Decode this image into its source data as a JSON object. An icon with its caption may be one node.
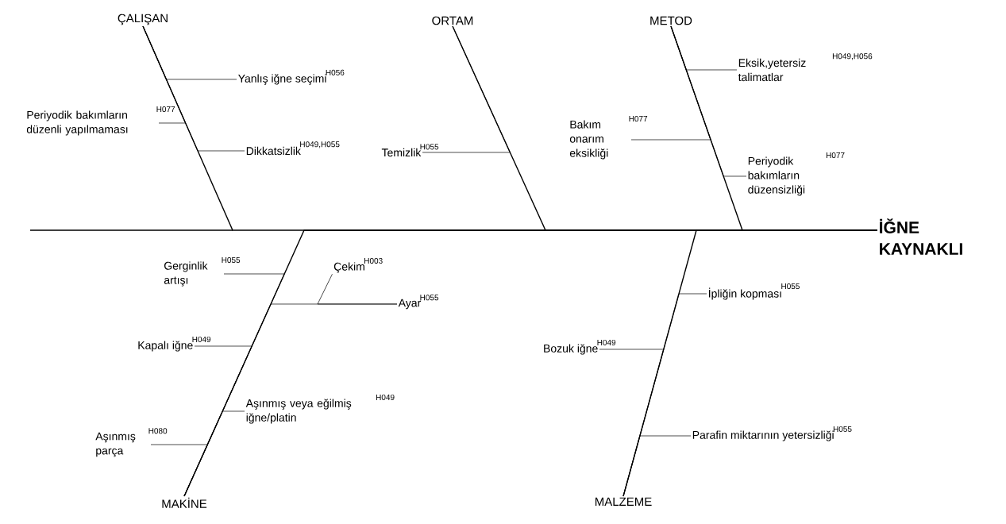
{
  "diagram": {
    "nodes": [
      {
        "text": [
          "ÇALIŞAN"
        ]
      },
      {
        "text": [
          "ORTAM"
        ]
      },
      {
        "text": [
          "METOD"
        ]
      },
      {
        "text": [
          "İĞNE KAYNAKLI"
        ]
      },
      {
        "text": [
          "Yanlış iğne seçimi"
        ],
        "beside": [
          "H056"
        ]
      },
      {
        "text": [
          "Periyodik bakımların düzenli yapılmaması"
        ],
        "beside": [
          "H077"
        ]
      },
      {
        "text": [
          "Dikkatsizlik"
        ],
        "beside": [
          "H049,H055"
        ]
      },
      {
        "text": [
          "Temizlik"
        ],
        "beside": [
          "H055"
        ]
      },
      {
        "text": [
          "Eksik,yetersiz talimatlar"
        ],
        "beside": [
          "H049,H056"
        ]
      },
      {
        "text": [
          "Bakım onarım eksikliği"
        ],
        "beside": [
          "H077"
        ]
      },
      {
        "text": [
          "Periyodik bakımların düzensizliği"
        ],
        "beside": [
          "H077"
        ]
      },
      {
        "text": [
          "Gerginlik artışı"
        ],
        "beside": [
          "H055"
        ]
      },
      {
        "text": [
          "Çekim"
        ],
        "beside": [
          "H003"
        ]
      },
      {
        "text": [
          "Ayar"
        ],
        "beside": [
          "H055"
        ]
      },
      {
        "text": [
          "Kapalı iğne"
        ],
        "beside": [
          "H049"
        ]
      },
      {
        "text": [
          "Aşınmış veya eğilmiş iğne/platin"
        ],
        "beside": [
          "H049"
        ]
      },
      {
        "text": [
          "Aşınmış parça"
        ],
        "beside": [
          "H080"
        ]
      },
      {
        "text": [
          "İpliğin kopması"
        ],
        "beside": [
          "H055"
        ]
      },
      {
        "text": [
          "Bozuk iğne"
        ],
        "beside": [
          "H049"
        ]
      },
      {
        "text": [
          "Parafin miktarının yetersizliği"
        ],
        "beside": [
          "H055"
        ]
      },
      {
        "text": [
          "MAKİNE"
        ]
      },
      {
        "text": [
          "MALZEME"
        ]
      }
    ],
    "edges": [
      {
        "from": 0,
        "to": 3,
        "arrow": "none"
      },
      {
        "from": 1,
        "to": 3,
        "arrow": "none"
      },
      {
        "from": 2,
        "to": 3,
        "arrow": "none"
      },
      {
        "from": 20,
        "to": 3,
        "arrow": "none"
      },
      {
        "from": 21,
        "to": 3,
        "arrow": "none"
      },
      {
        "from": 4,
        "to": 0,
        "arrow": "none"
      },
      {
        "from": 5,
        "to": 0,
        "arrow": "none"
      },
      {
        "from": 6,
        "to": 0,
        "arrow": "none"
      },
      {
        "from": 7,
        "to": 1,
        "arrow": "none"
      },
      {
        "from": 8,
        "to": 2,
        "arrow": "none"
      },
      {
        "from": 9,
        "to": 2,
        "arrow": "none"
      },
      {
        "from": 10,
        "to": 2,
        "arrow": "none"
      },
      {
        "from": 11,
        "to": 20,
        "arrow": "none"
      },
      {
        "from": 12,
        "to": 13,
        "arrow": "none"
      },
      {
        "from": 13,
        "to": 20,
        "arrow": "none"
      },
      {
        "from": 14,
        "to": 20,
        "arrow": "none"
      },
      {
        "from": 15,
        "to": 20,
        "arrow": "none"
      },
      {
        "from": 16,
        "to": 20,
        "arrow": "none"
      },
      {
        "from": 17,
        "to": 21,
        "arrow": "none"
      },
      {
        "from": 18,
        "to": 21,
        "arrow": "none"
      },
      {
        "from": 19,
        "to": 21,
        "arrow": "none"
      }
    ]
  }
}
